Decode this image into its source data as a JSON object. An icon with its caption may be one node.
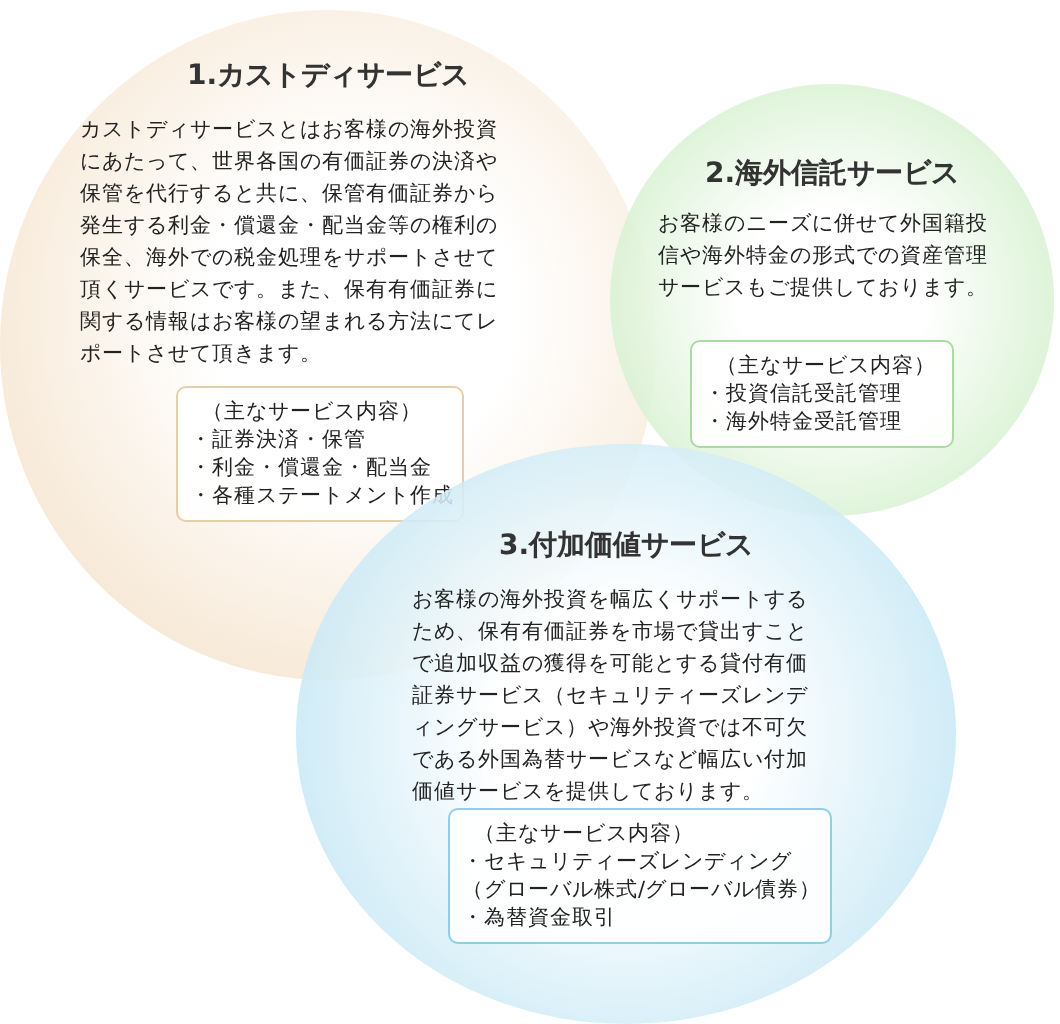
{
  "diagram": {
    "nodes": [
      {
        "text": [
          "1.カストディサービス",
          "カストディサービスとはお客様の海外投資にあたって、世界各国の有価証券の決済や保管を代行すると共に、保管有価証券から発生する利金・償還金・配当金等の権利の保全、海外での税金処理をサポートさせて頂くサービスです。また、保有有価証券に関する情報はお客様の望まれる方法にてレポートさせて頂きます。"
        ]
      },
      {
        "text": [
          "（主なサービス内容）",
          "・証券決済・保管",
          "・利金・償還金・配当金",
          "・各種ステートメント作成"
        ],
        "in": 0
      },
      {
        "text": [
          "2.海外信託サービス",
          "お客様のニーズに併せて外国籍投信や海外特金の形式での資産管理サービスもご提供しております。"
        ]
      },
      {
        "text": [
          "（主なサービス内容）",
          "・投資信託受託管理",
          "・海外特金受託管理"
        ],
        "in": 2
      },
      {
        "text": [
          "3.付加価値サービス",
          "お客様の海外投資を幅広くサポートするため、保有有価証券を市場で貸出すことで追加収益の獲得を可能とする貸付有価証券サービス（セキュリティーズレンディングサービス）や海外投資では不可欠である外国為替サービスなど幅広い付加価値サービスを提供しております。"
        ]
      },
      {
        "text": [
          "（主なサービス内容）",
          "・セキュリティーズレンディング",
          "（グローバル株式/グローバル債券）",
          "・為替資金取引"
        ],
        "in": 4
      }
    ]
  }
}
